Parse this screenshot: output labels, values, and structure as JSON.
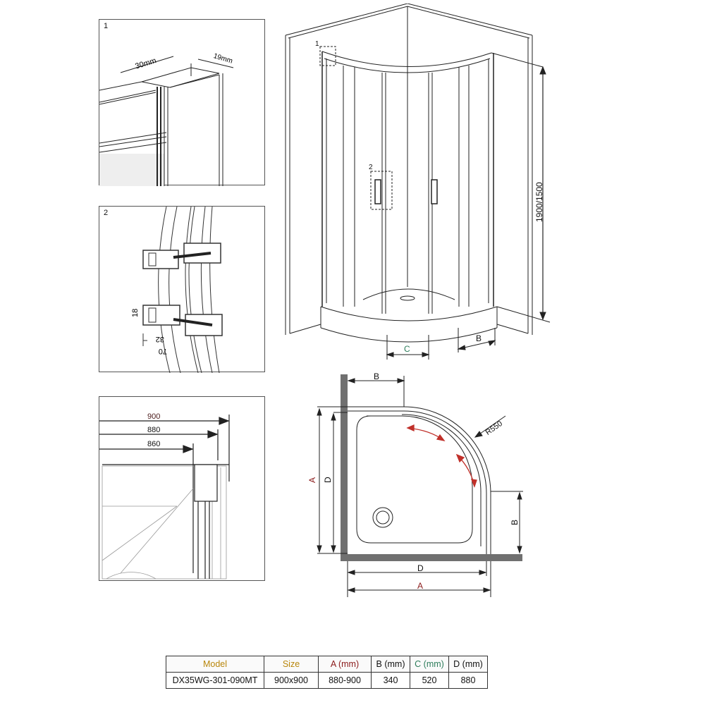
{
  "detail_panels": [
    {
      "number": "1",
      "labels": {
        "width": "30mm",
        "depth": "19mm"
      }
    },
    {
      "number": "2",
      "labels": {
        "height": "18",
        "inner": "32",
        "outer": "70"
      }
    },
    {
      "number": "",
      "labels": {
        "d900": "900",
        "d880": "880",
        "d860": "860"
      }
    }
  ],
  "elevation": {
    "callout_1": "1",
    "callout_2": "2",
    "height_label": "1900/1500",
    "dim_c": "C",
    "dim_b": "B"
  },
  "plan": {
    "dim_b_top": "B",
    "dim_b_right": "B",
    "dim_a_left": "A",
    "dim_d_left": "D",
    "dim_d_bottom": "D",
    "dim_a_bottom": "A",
    "radius": "R550"
  },
  "colors": {
    "model_header": "#b8860b",
    "size_header": "#b8860b",
    "a_header": "#8b1a1a",
    "c_header": "#2e7d5b",
    "arrow_red": "#c0302a",
    "wall_gray": "#707070"
  },
  "spec_table": {
    "headers": [
      "Model",
      "Size",
      "A (mm)",
      "B (mm)",
      "C (mm)",
      "D (mm)"
    ],
    "rows": [
      [
        "DX35WG-301-090MT",
        "900x900",
        "880-900",
        "340",
        "520",
        "880"
      ]
    ]
  }
}
